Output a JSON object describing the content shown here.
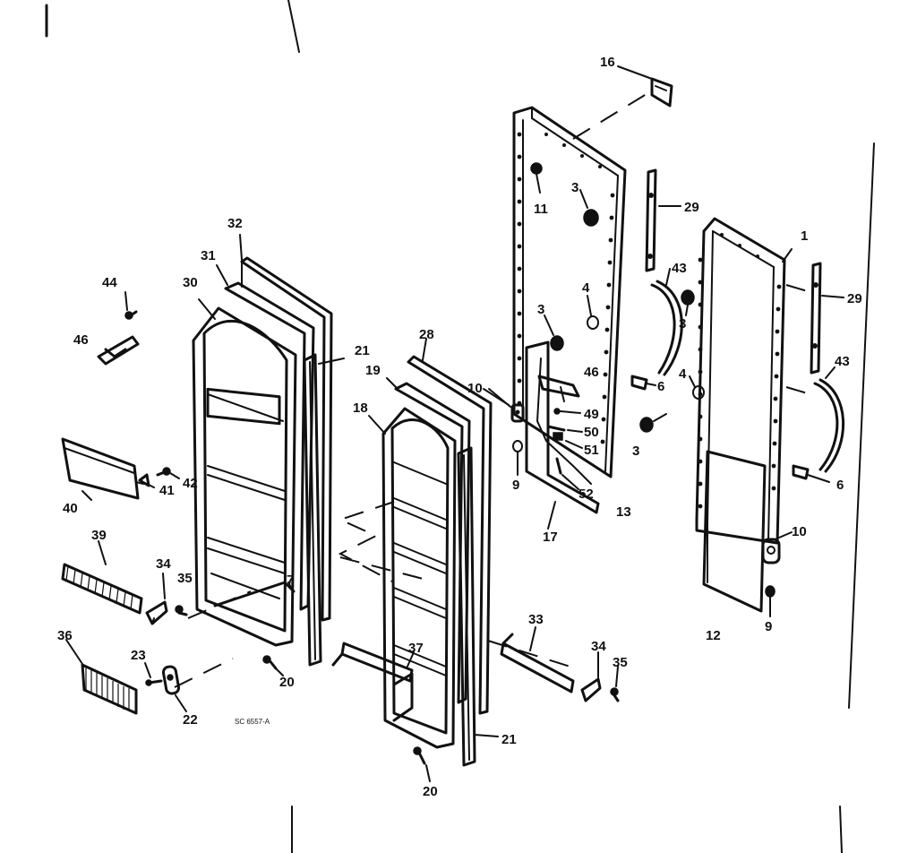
{
  "diagram_code": "SC 6557-A",
  "callouts": {
    "c1": "1",
    "c3a": "3",
    "c3b": "3",
    "c3c": "3",
    "c3d": "3",
    "c4a": "4",
    "c4b": "4",
    "c6a": "6",
    "c6b": "6",
    "c7": "7",
    "c9a": "9",
    "c9b": "9",
    "c10a": "10",
    "c10b": "10",
    "c11": "11",
    "c12": "12",
    "c13": "13",
    "c16": "16",
    "c17": "17",
    "c18": "18",
    "c19": "19",
    "c20a": "20",
    "c20b": "20",
    "c21a": "21",
    "c21b": "21",
    "c22": "22",
    "c23": "23",
    "c28": "28",
    "c29a": "29",
    "c29b": "29",
    "c30": "30",
    "c31": "31",
    "c32": "32",
    "c33": "33",
    "c34a": "34",
    "c34b": "34",
    "c35a": "35",
    "c35b": "35",
    "c36": "36",
    "c37": "37",
    "c39": "39",
    "c40": "40",
    "c41": "41",
    "c42": "42",
    "c43a": "43",
    "c43b": "43",
    "c44": "44",
    "c46a": "46",
    "c46b": "46",
    "c49": "49",
    "c50": "50",
    "c51": "51",
    "c52": "52"
  }
}
